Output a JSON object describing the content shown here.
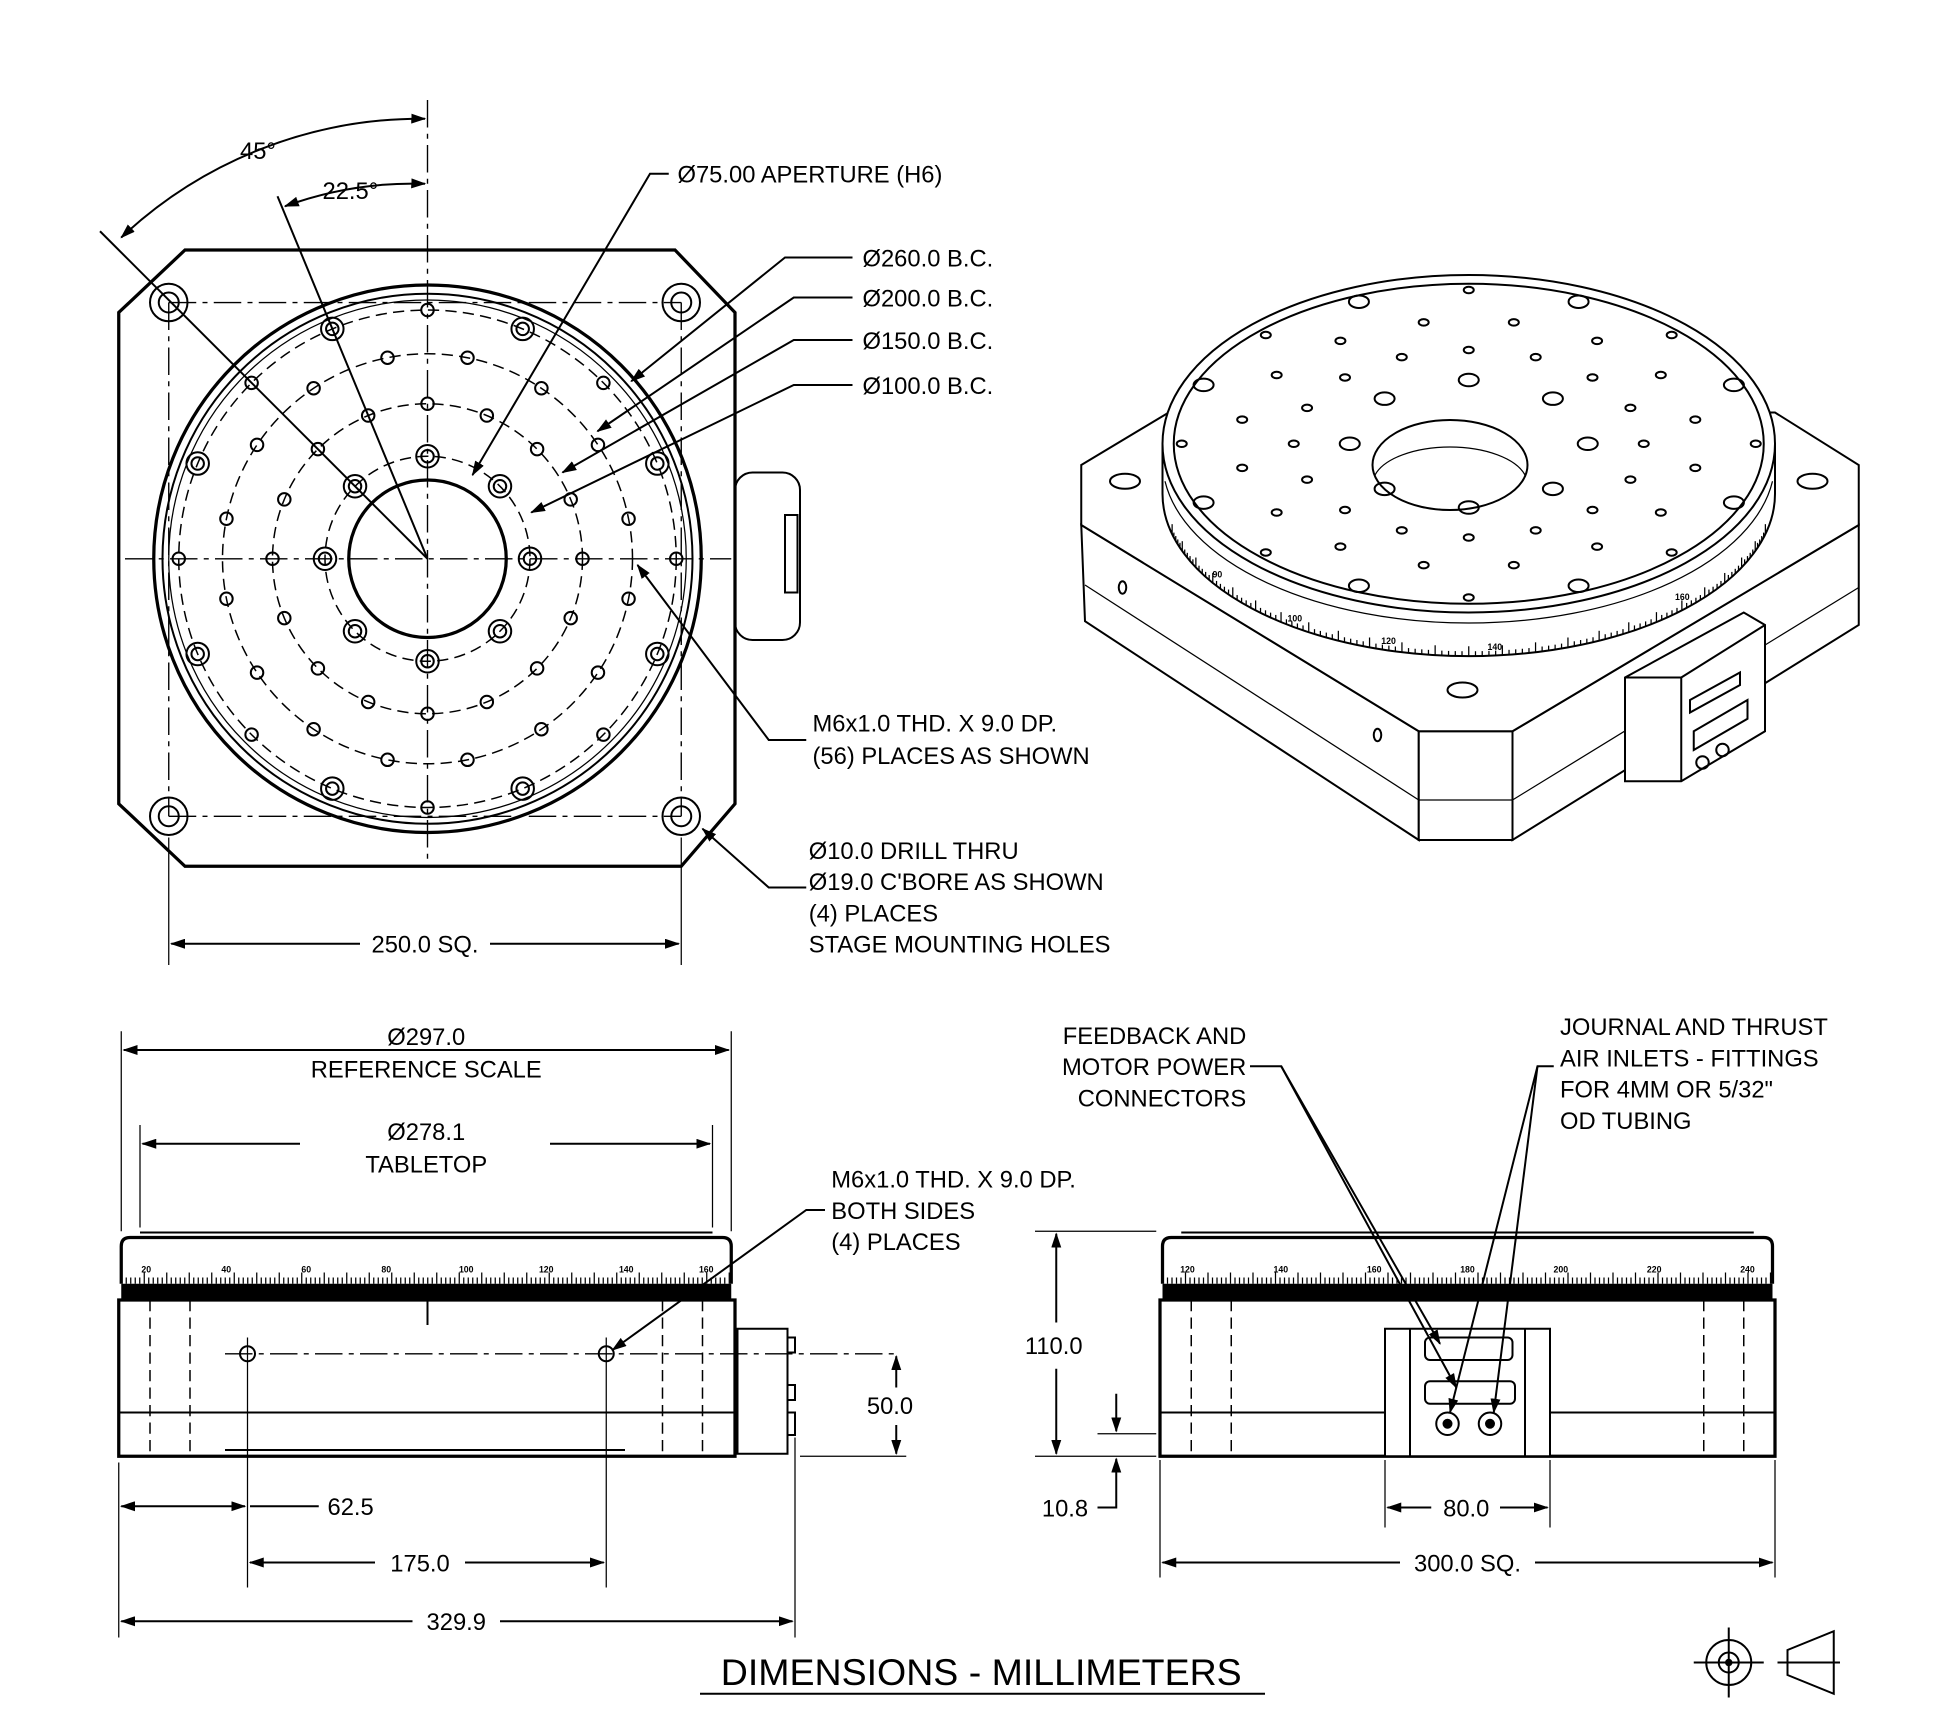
{
  "top_view": {
    "angle_45": "45°",
    "angle_22_5": "22.5°",
    "aperture": "Ø75.00 APERTURE (H6)",
    "bolt_circles": [
      "Ø260.0 B.C.",
      "Ø200.0 B.C.",
      "Ø150.0 B.C.",
      "Ø100.0 B.C."
    ],
    "tapped_holes": [
      "M6x1.0 THD. X 9.0 DP.",
      "(56) PLACES AS SHOWN"
    ],
    "mounting_holes": [
      "Ø10.0 DRILL THRU",
      "Ø19.0 C'BORE AS SHOWN",
      "(4) PLACES",
      "STAGE MOUNTING HOLES"
    ],
    "width_dim": "250.0 SQ."
  },
  "side_view_left": {
    "scale_dim": [
      "Ø297.0",
      "REFERENCE SCALE"
    ],
    "tabletop_dim": [
      "Ø278.1",
      "TABLETOP"
    ],
    "side_holes": [
      "M6x1.0 THD. X 9.0 DP.",
      "BOTH SIDES",
      "(4) PLACES"
    ],
    "hole_height": "50.0",
    "hole_offset": "62.5",
    "hole_spacing": "175.0",
    "overall_length": "329.9",
    "scale_labels": [
      "20",
      "40",
      "60",
      "80",
      "100",
      "120",
      "140",
      "160"
    ]
  },
  "side_view_right": {
    "connectors_label": [
      "FEEDBACK AND",
      "MOTOR POWER",
      "CONNECTORS"
    ],
    "air_inlets_label": [
      "JOURNAL AND THRUST",
      "AIR INLETS - FITTINGS",
      "FOR 4MM OR 5/32\"",
      "OD TUBING"
    ],
    "height_dim": "110.0",
    "base_offset_dim": "10.8",
    "connector_width": "80.0",
    "base_width": "300.0 SQ.",
    "scale_labels": [
      "120",
      "140",
      "160",
      "180",
      "200",
      "220",
      "240"
    ]
  },
  "iso_view": {
    "scale_labels": [
      "90",
      "100",
      "120",
      "140",
      "160"
    ]
  },
  "footer": {
    "title": "DIMENSIONS - MILLIMETERS"
  }
}
